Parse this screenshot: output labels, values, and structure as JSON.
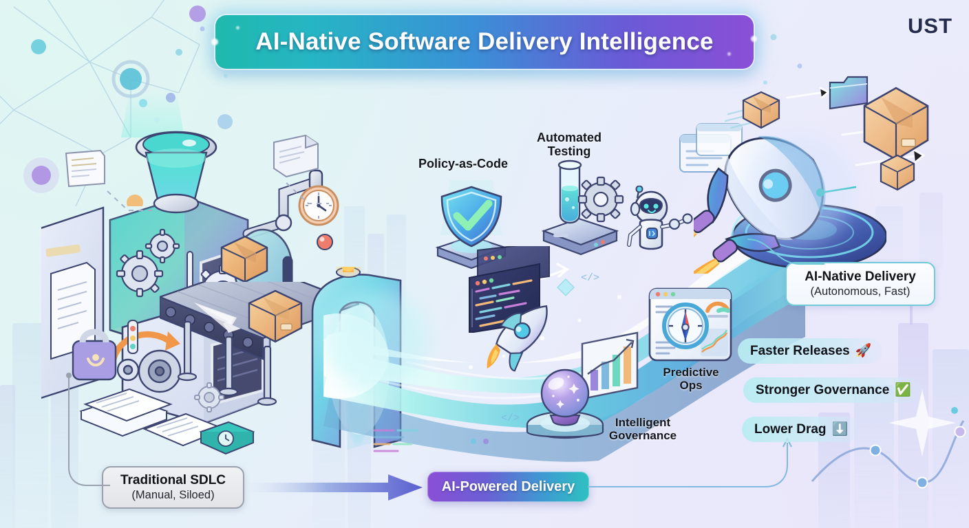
{
  "brand": {
    "name": "UST"
  },
  "title": {
    "text": "AI-Native Software Delivery Intelligence"
  },
  "stage_labels": {
    "policy_as_code": "Policy-as-Code",
    "automated_testing_line1": "Automated",
    "automated_testing_line2": "Testing",
    "predictive_ops_line1": "Predictive",
    "predictive_ops_line2": "Ops",
    "intelligent_governance_line1": "Intelligent",
    "intelligent_governance_line2": "Governance"
  },
  "callouts": {
    "traditional": {
      "title": "Traditional SDLC",
      "subtitle": "(Manual, Siloed)"
    },
    "ai_native": {
      "title": "AI-Native Delivery",
      "subtitle": "(Autonomous, Fast)"
    }
  },
  "pill": {
    "label": "AI-Powered Delivery"
  },
  "benefits": [
    {
      "label": "Faster Releases",
      "icon": "🚀",
      "icon_name": "rocket-emoji"
    },
    {
      "label": "Stronger Governance",
      "icon": "✅",
      "icon_name": "check-mark-emoji"
    },
    {
      "label": "Lower Drag",
      "icon": "⬇️",
      "icon_name": "down-arrow-emoji"
    }
  ],
  "colors": {
    "title_gradient_start": "#1fb9ad",
    "title_gradient_mid": "#3b8fd6",
    "title_gradient_end": "#8a4fd6",
    "brand": "#262c4e",
    "chip_bg": "#b9ecf2",
    "traditional_box_bg": "#e9ebee",
    "accent_cyan": "#2ec1c1",
    "accent_purple": "#8a4fd6",
    "box_orange": "#f0ad6a",
    "background": "#e4f1f7"
  },
  "scene_icons": {
    "factory": "factory-machine",
    "funnel": "funnel",
    "conveyor": "conveyor-belt",
    "package": "cardboard-box",
    "clock": "analog-clock",
    "documents": "paper-documents",
    "lock": "padlock",
    "portal": "glowing-portal",
    "shield": "shield-with-check",
    "test_tube": "test-tube-with-gear",
    "robot": "ai-robot",
    "rocket": "rocket",
    "crystal_ball": "crystal-ball",
    "dashboard": "predictive-ops-dashboard",
    "code_window": "code-editor-window",
    "folder": "folder",
    "network": "network-graph",
    "skyline": "city-skyline",
    "trend": "trend-line-chart"
  }
}
